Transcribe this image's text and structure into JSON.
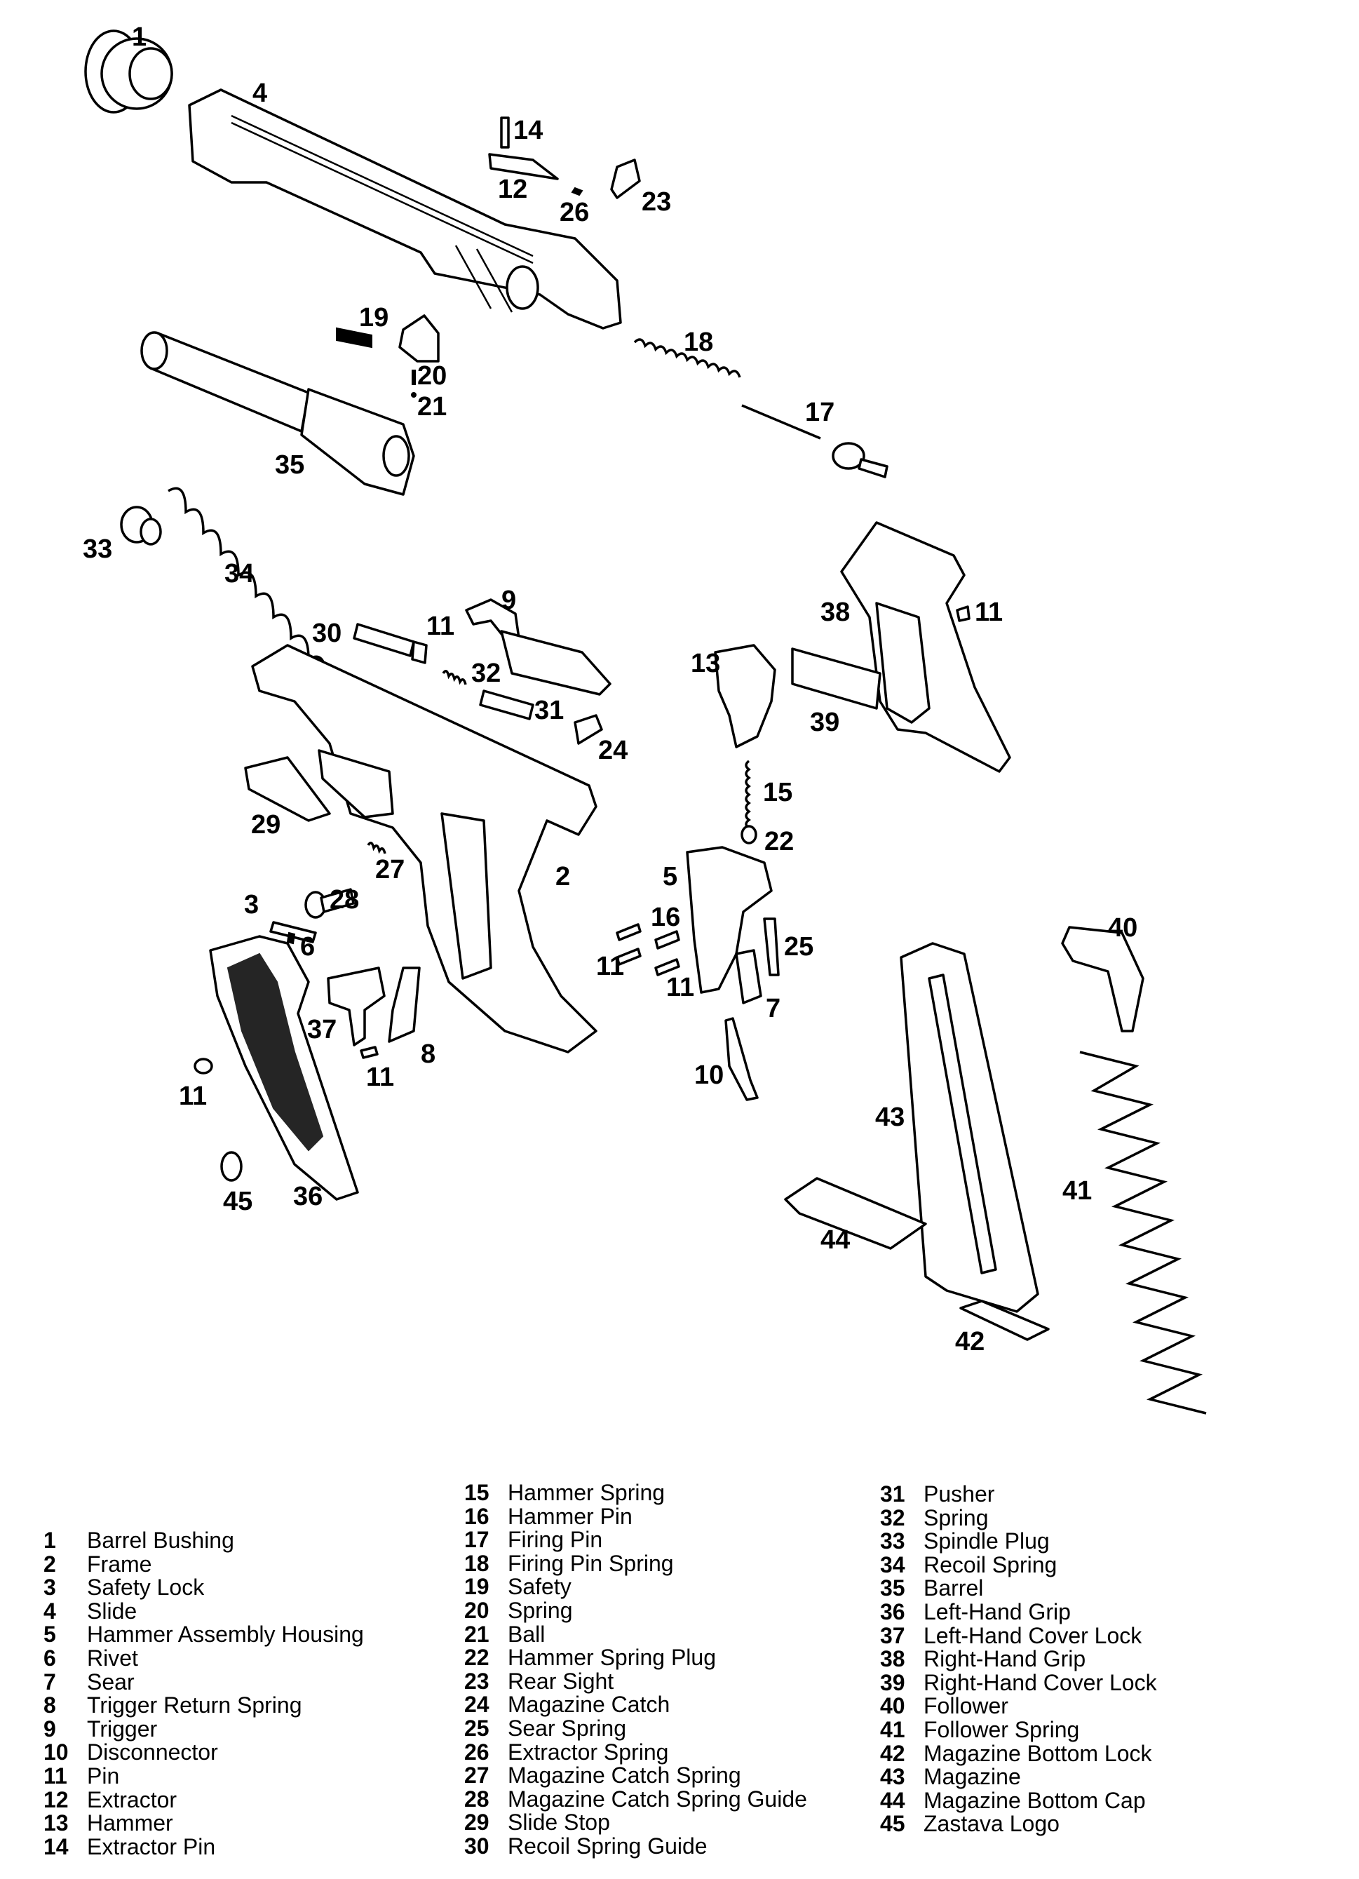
{
  "callouts": {
    "c1": "1",
    "c2": "2",
    "c3": "3",
    "c4": "4",
    "c5": "5",
    "c6": "6",
    "c7": "7",
    "c8": "8",
    "c9": "9",
    "c10": "10",
    "c12": "12",
    "c13": "13",
    "c14": "14",
    "c15": "15",
    "c16": "16",
    "c17": "17",
    "c18": "18",
    "c19": "19",
    "c20": "20",
    "c21": "21",
    "c22": "22",
    "c23": "23",
    "c24": "24",
    "c25": "25",
    "c26": "26",
    "c27": "27",
    "c28": "28",
    "c29": "29",
    "c30": "30",
    "c31": "31",
    "c32": "32",
    "c33": "33",
    "c34": "34",
    "c35": "35",
    "c36": "36",
    "c37": "37",
    "c38": "38",
    "c39": "39",
    "c40": "40",
    "c41": "41",
    "c42": "42",
    "c43": "43",
    "c44": "44",
    "c45": "45",
    "c11": "11"
  },
  "legend": {
    "col1": [
      {
        "num": "1",
        "name": "Barrel Bushing"
      },
      {
        "num": "2",
        "name": "Frame"
      },
      {
        "num": "3",
        "name": "Safety Lock"
      },
      {
        "num": "4",
        "name": "Slide"
      },
      {
        "num": "5",
        "name": "Hammer Assembly Housing"
      },
      {
        "num": "6",
        "name": "Rivet"
      },
      {
        "num": "7",
        "name": "Sear"
      },
      {
        "num": "8",
        "name": "Trigger Return Spring"
      },
      {
        "num": "9",
        "name": "Trigger"
      },
      {
        "num": "10",
        "name": "Disconnector"
      },
      {
        "num": "11",
        "name": "Pin"
      },
      {
        "num": "12",
        "name": "Extractor"
      },
      {
        "num": "13",
        "name": "Hammer"
      },
      {
        "num": "14",
        "name": "Extractor Pin"
      }
    ],
    "col2": [
      {
        "num": "15",
        "name": "Hammer Spring"
      },
      {
        "num": "16",
        "name": "Hammer Pin"
      },
      {
        "num": "17",
        "name": "Firing Pin"
      },
      {
        "num": "18",
        "name": "Firing Pin Spring"
      },
      {
        "num": "19",
        "name": "Safety"
      },
      {
        "num": "20",
        "name": "Spring"
      },
      {
        "num": "21",
        "name": "Ball"
      },
      {
        "num": "22",
        "name": "Hammer Spring Plug"
      },
      {
        "num": "23",
        "name": "Rear Sight"
      },
      {
        "num": "24",
        "name": "Magazine Catch"
      },
      {
        "num": "25",
        "name": "Sear Spring"
      },
      {
        "num": "26",
        "name": "Extractor Spring"
      },
      {
        "num": "27",
        "name": "Magazine Catch Spring"
      },
      {
        "num": "28",
        "name": "Magazine Catch Spring Guide"
      },
      {
        "num": "29",
        "name": "Slide Stop"
      },
      {
        "num": "30",
        "name": "Recoil Spring Guide"
      }
    ],
    "col3": [
      {
        "num": "31",
        "name": "Pusher"
      },
      {
        "num": "32",
        "name": "Spring"
      },
      {
        "num": "33",
        "name": "Spindle Plug"
      },
      {
        "num": "34",
        "name": "Recoil Spring"
      },
      {
        "num": "35",
        "name": "Barrel"
      },
      {
        "num": "36",
        "name": "Left-Hand Grip"
      },
      {
        "num": "37",
        "name": "Left-Hand Cover Lock"
      },
      {
        "num": "38",
        "name": "Right-Hand Grip"
      },
      {
        "num": "39",
        "name": "Right-Hand Cover Lock"
      },
      {
        "num": "40",
        "name": "Follower"
      },
      {
        "num": "41",
        "name": "Follower Spring"
      },
      {
        "num": "42",
        "name": "Magazine Bottom Lock"
      },
      {
        "num": "43",
        "name": "Magazine"
      },
      {
        "num": "44",
        "name": "Magazine Bottom Cap"
      },
      {
        "num": "45",
        "name": "Zastava Logo"
      }
    ]
  }
}
